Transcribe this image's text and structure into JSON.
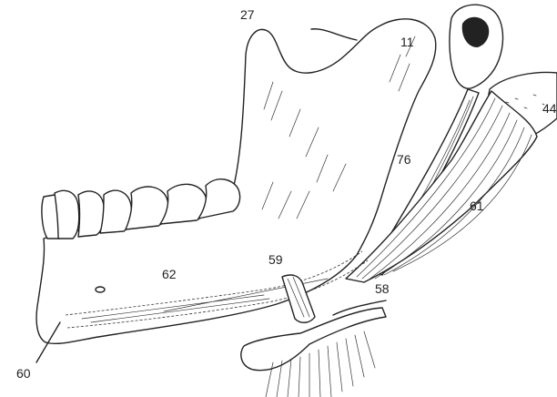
{
  "labels": {
    "l27": "27",
    "l11": "11",
    "l44": "44",
    "l76": "76",
    "l61": "61",
    "l59": "59",
    "l62": "62",
    "l58": "58",
    "l60": "60"
  }
}
